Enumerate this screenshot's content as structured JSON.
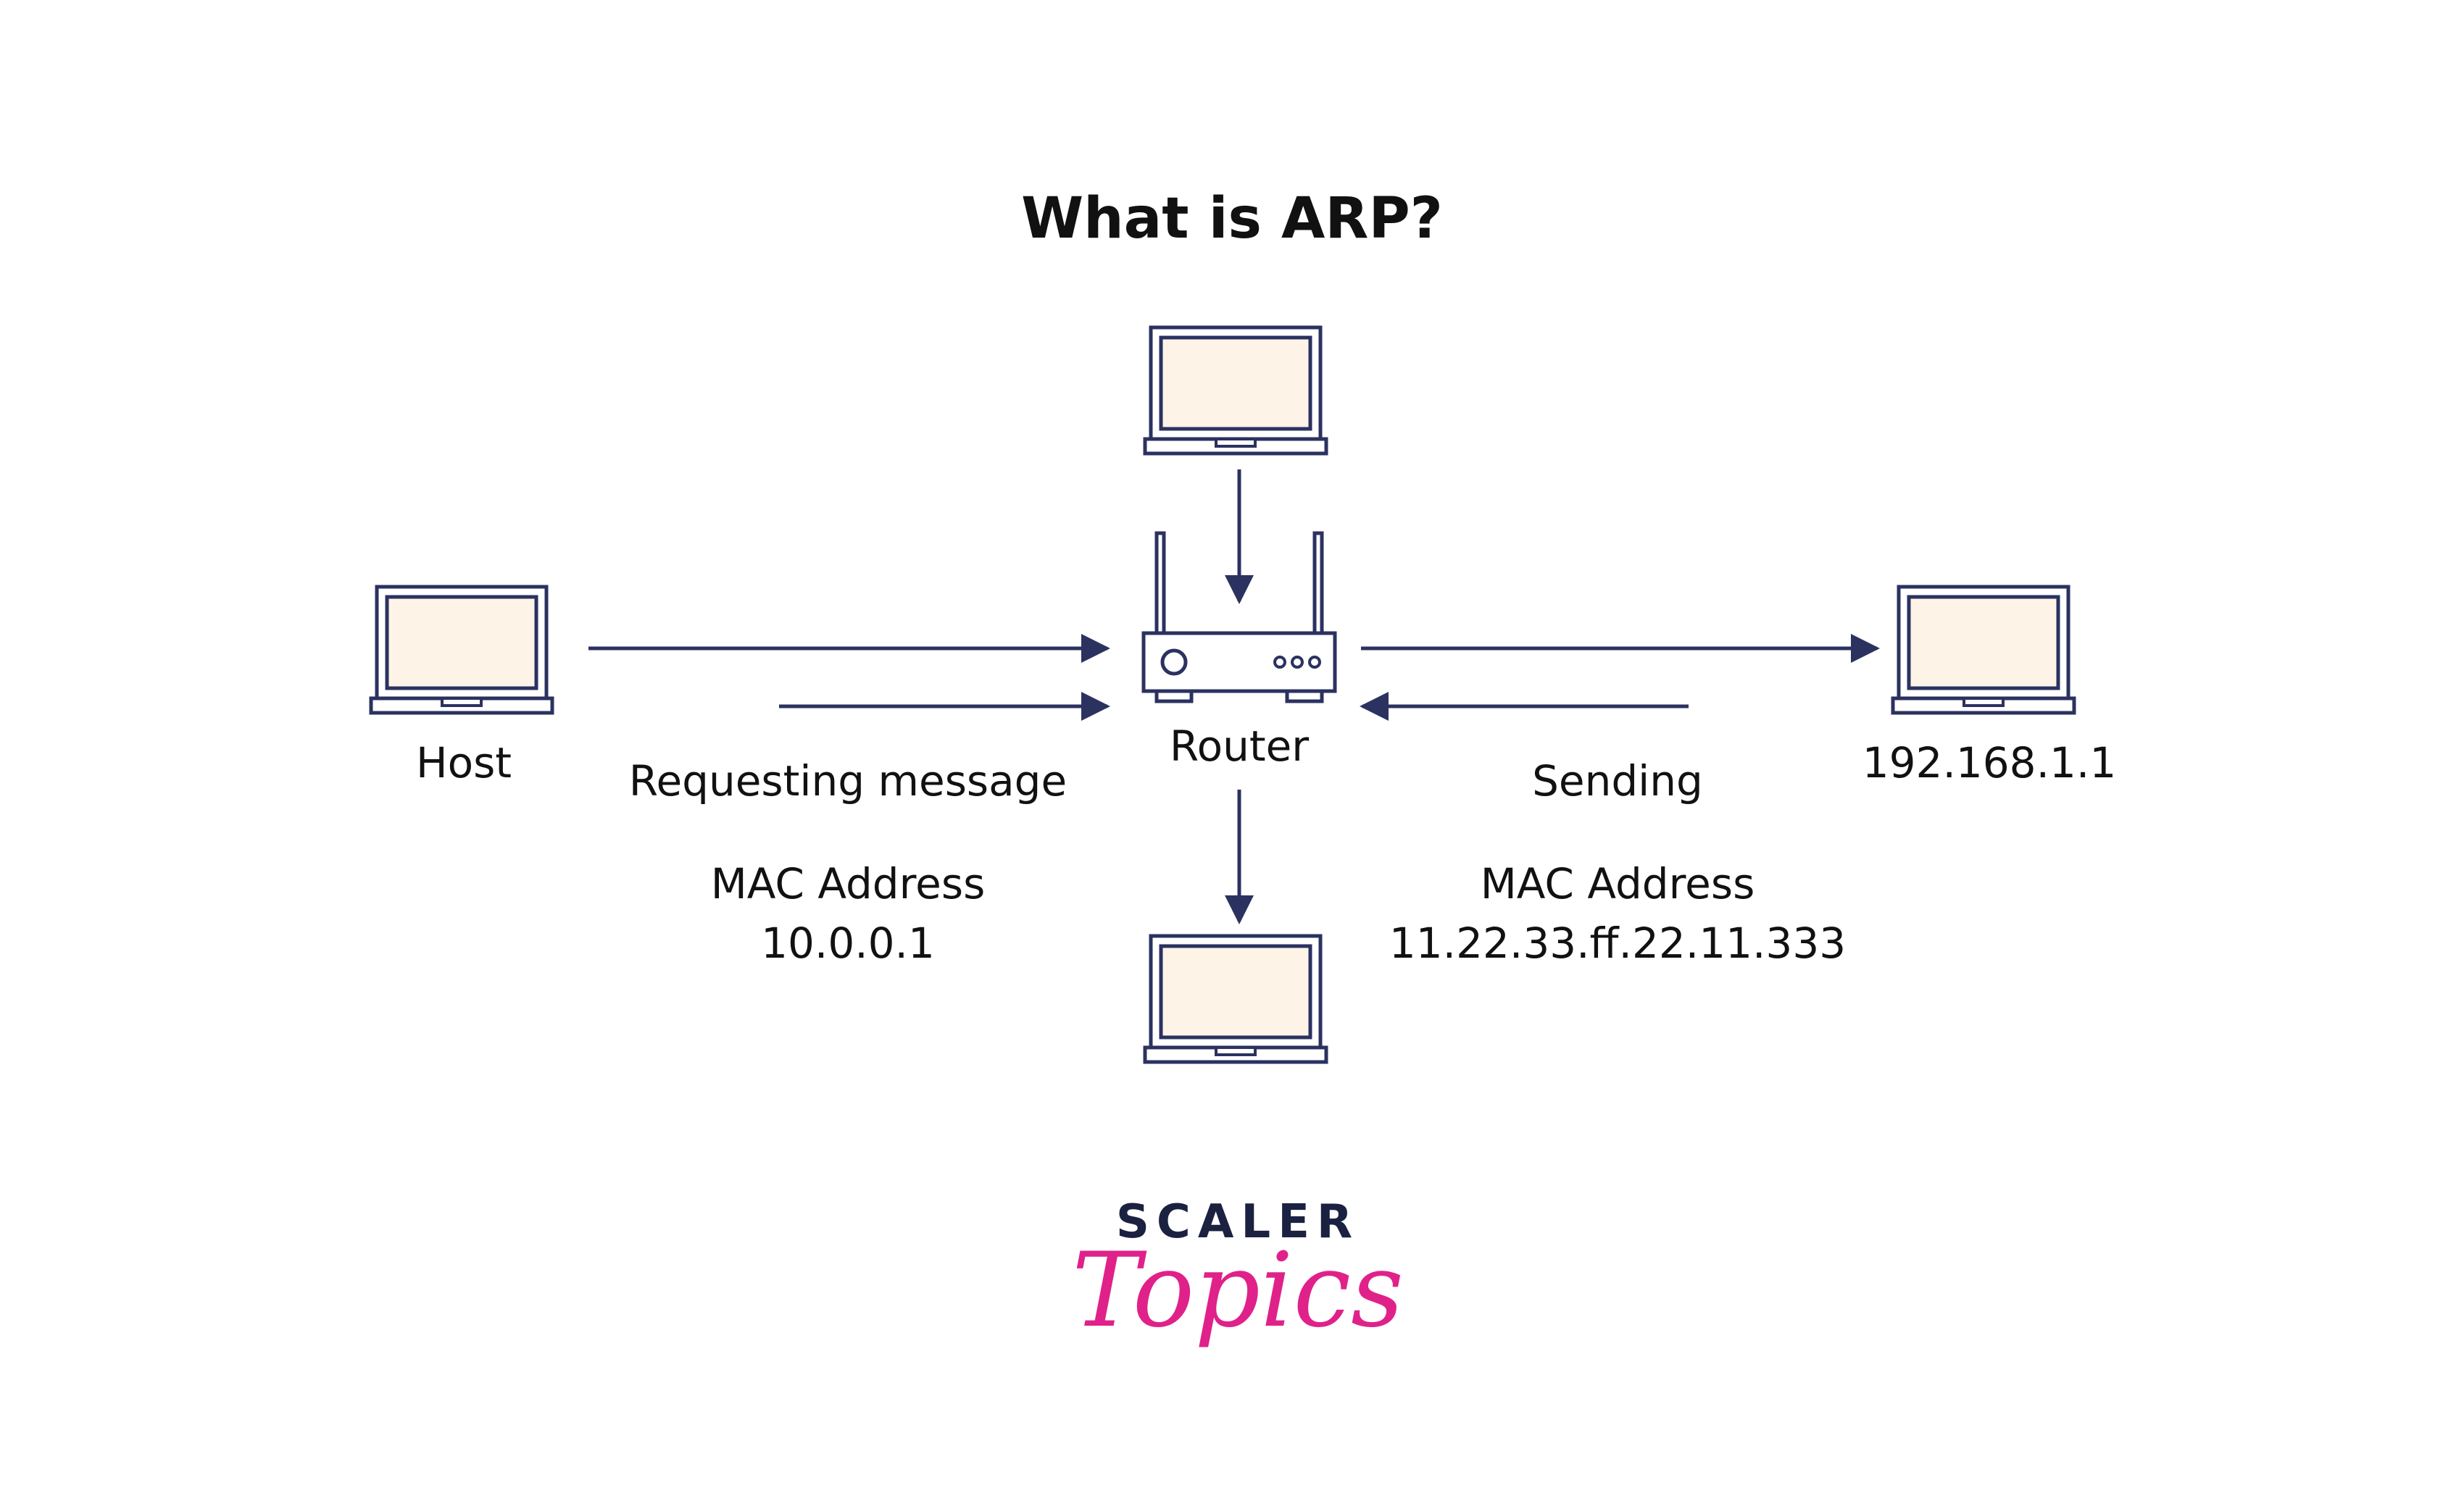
{
  "title": "What is ARP?",
  "nodes": {
    "top_laptop": {
      "icon": "laptop-icon"
    },
    "host": {
      "icon": "laptop-icon",
      "label": "Host"
    },
    "router": {
      "icon": "router-icon",
      "label": "Router"
    },
    "target": {
      "icon": "laptop-icon",
      "label": "192.168.1.1"
    },
    "bottom_laptop": {
      "icon": "laptop-icon"
    }
  },
  "left_panel": {
    "message": "Requesting message",
    "mac_title": "MAC Address",
    "mac_value": "10.0.0.1"
  },
  "right_panel": {
    "message": "Sending",
    "mac_title": "MAC Address",
    "mac_value": "11.22.33.ff.22.11.333"
  },
  "edges": [
    {
      "from": "top_laptop",
      "to": "router"
    },
    {
      "from": "host",
      "to": "router"
    },
    {
      "from": "host",
      "to": "router"
    },
    {
      "from": "router",
      "to": "target"
    },
    {
      "from": "target",
      "to": "router"
    },
    {
      "from": "router",
      "to": "bottom_laptop"
    }
  ],
  "brand": {
    "name": "SCALER",
    "tagline": "Topics",
    "name_color": "#1b2140",
    "tagline_color": "#e0218a"
  },
  "colors": {
    "stroke": "#2b3260",
    "screen_fill": "#fdf4e7",
    "arrow": "#2b3260",
    "text": "#111111"
  }
}
